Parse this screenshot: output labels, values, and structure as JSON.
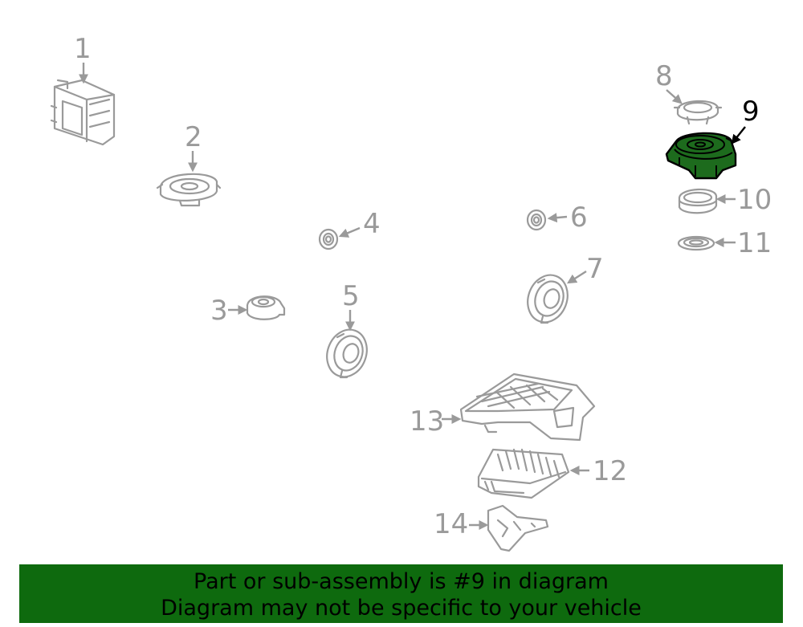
{
  "callouts": {
    "c1": "1",
    "c2": "2",
    "c3": "3",
    "c4": "4",
    "c5": "5",
    "c6": "6",
    "c7": "7",
    "c8": "8",
    "c9": "9",
    "c10": "10",
    "c11": "11",
    "c12": "12",
    "c13": "13",
    "c14": "14"
  },
  "highlighted_part": "9",
  "colors": {
    "highlight_fill": "#1d6b1d",
    "banner_background": "#0e6a0e",
    "part_lines": "#9a9a9a"
  },
  "banner": {
    "line1": "Part or sub-assembly is #9 in diagram",
    "line2": "Diagram may not be specific to your vehicle"
  }
}
